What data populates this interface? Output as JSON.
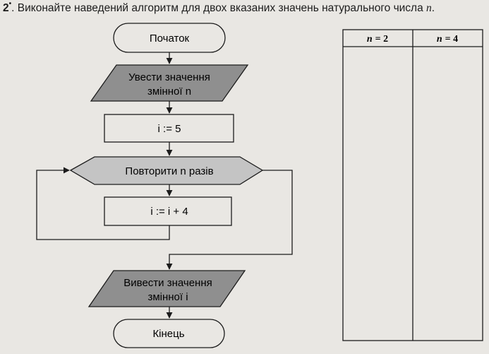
{
  "task": {
    "number": "2",
    "marker": "•",
    "text_before": ". Виконайте наведений алгоритм для двох вказаних значень натурального числа ",
    "variable": "n",
    "text_after": "."
  },
  "flowchart": {
    "start": "Початок",
    "input_line1": "Увести значення",
    "input_line2": "змінної n",
    "assign_init": "i := 5",
    "loop": "Повторити n разів",
    "assign_step": "i := i + 4",
    "output_line1": "Вивести значення",
    "output_line2": "змінної і",
    "end": "Кінець"
  },
  "table": {
    "columns": [
      {
        "var": "n",
        "eq": "= 2"
      },
      {
        "var": "n",
        "eq": "= 4"
      }
    ]
  },
  "colors": {
    "paper": "#e9e7e3",
    "ink": "#1c1c1c",
    "io_fill": "#8f8f8f",
    "loop_fill": "#c4c4c4"
  }
}
